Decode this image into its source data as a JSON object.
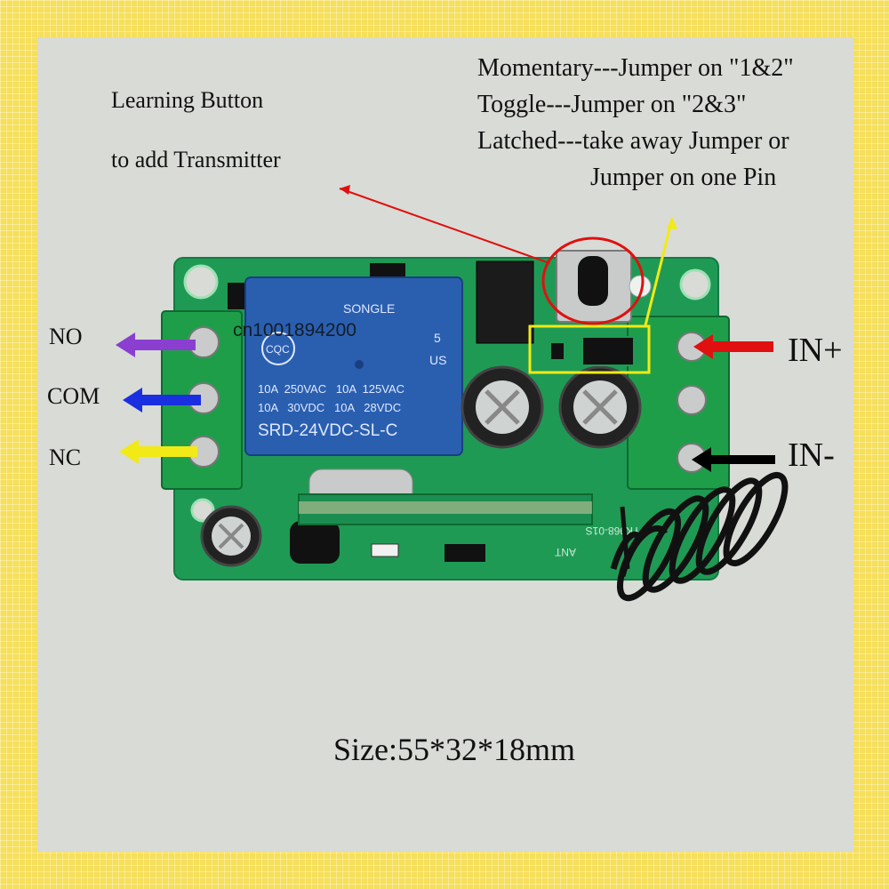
{
  "labels": {
    "learning_line1": "Learning Button",
    "learning_line2": "to add Transmitter",
    "jumper_line1": "Momentary---Jumper on \"1&2\"",
    "jumper_line2": "Toggle---Jumper on \"2&3\"",
    "jumper_line3": "Latched---take away Jumper or",
    "jumper_line4": "Jumper on one Pin",
    "no": "NO",
    "com": "COM",
    "nc": "NC",
    "in_plus": "IN+",
    "in_minus": "IN-",
    "size": "Size:55*32*18mm"
  },
  "relay": {
    "brand": "SONGLE",
    "watermark": "cn1001894200",
    "rating1": "10A  250VAC   10A  125VAC",
    "rating2": "10A   30VDC   10A   28VDC",
    "model": "SRD-24VDC-SL-C",
    "cqc": "CQC",
    "mark_5": "5",
    "mark_us": "US"
  },
  "pcb": {
    "module_code": "YK968-01S",
    "ant_label": "ANT"
  },
  "colors": {
    "border": "#f6df5a",
    "background": "#d9dbd6",
    "pcb": "#1f9a55",
    "relay": "#2a5fb0",
    "terminal": "#1f9e4a",
    "arrow_no": "#8a3fd0",
    "arrow_com": "#1a2fe0",
    "arrow_nc": "#f2ea16",
    "arrow_in_plus": "#e01010",
    "arrow_in_minus": "#000000",
    "highlight_circle": "#e01010",
    "highlight_box": "#f2ea16"
  }
}
